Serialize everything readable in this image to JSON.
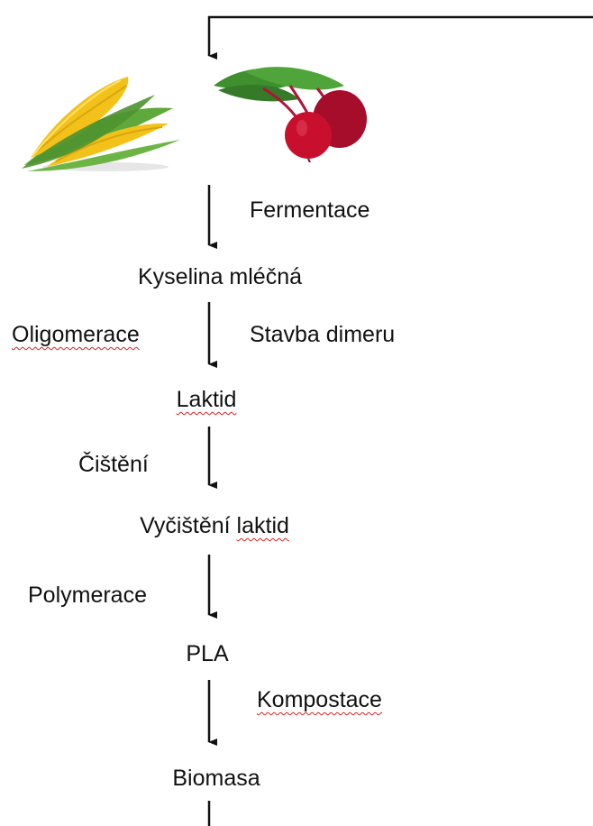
{
  "diagram": {
    "feedstock": [
      {
        "icon": "corn-icon"
      },
      {
        "icon": "beet-icon"
      }
    ],
    "steps": [
      {
        "product": "Kyselina mléčná",
        "process_right": "Fermentace"
      },
      {
        "product": "Laktid",
        "process_left": "Oligomerace",
        "process_right": "Stavba dimeru"
      },
      {
        "product": "Vyčištění laktid",
        "process_left": "Čištění"
      },
      {
        "product": "PLA",
        "process_left": "Polymerace"
      },
      {
        "product": "Biomasa",
        "process_right": "Kompostace"
      }
    ]
  },
  "colors": {
    "arrow": "#111111",
    "corn_kernel": "#f2c21b",
    "corn_husk": "#5fa83a",
    "beet_root": "#c8102e",
    "beet_leaf": "#3f8f2f",
    "spellcheck": "#e02020"
  }
}
